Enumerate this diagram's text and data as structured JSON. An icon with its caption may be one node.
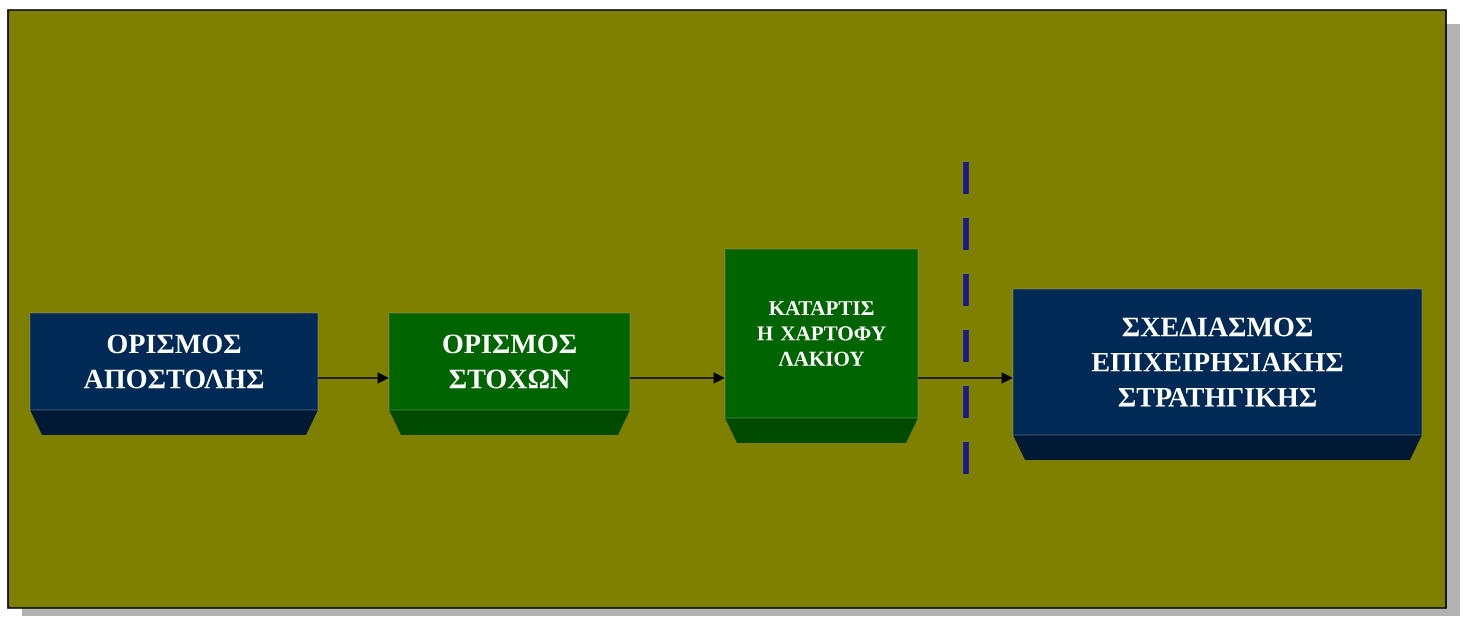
{
  "diagram": {
    "nodes": [
      {
        "text": [
          "ΟΡΙΣΜΟΣ ΑΠΟΣΤΟΛΗΣ"
        ]
      },
      {
        "text": [
          "ΟΡΙΣΜΟΣ ΣΤΟΧΩΝ"
        ]
      },
      {
        "text": [
          "ΚΑΤΑΡΤΙΣ Η ΧΑΡΤΟΦΥ ΛΑΚΙΟΥ"
        ]
      },
      {
        "text": [
          "ΣΧΕΔΙΑΣΜΟΣ ΕΠΙΧΕΙΡΗΣΙΑΚΗΣ ΣΤΡΑΤΗΓΙΚΗΣ"
        ]
      }
    ],
    "edges": [
      {
        "from": 0,
        "to": 1,
        "arrow": "to"
      },
      {
        "from": 1,
        "to": 2,
        "arrow": "to"
      },
      {
        "from": 2,
        "to": 3,
        "arrow": "to"
      }
    ]
  }
}
